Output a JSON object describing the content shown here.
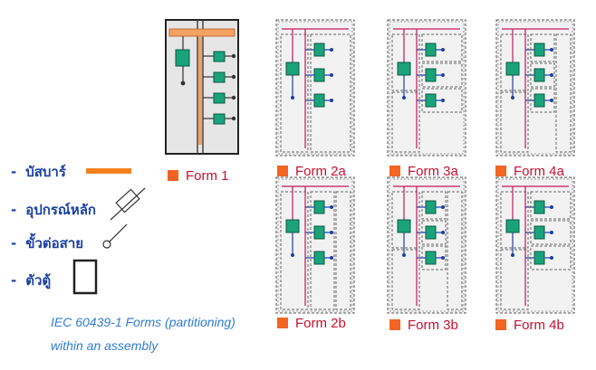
{
  "legend": {
    "items": [
      {
        "label": "บัสบาร์",
        "symbol": "busbar-swatch-icon"
      },
      {
        "label": "อุปกรณ์หลัก",
        "symbol": "main-device-icon"
      },
      {
        "label": "ขั้วต่อสาย",
        "symbol": "terminal-icon"
      },
      {
        "label": "ตัวตู้",
        "symbol": "enclosure-icon"
      }
    ],
    "dash": "-"
  },
  "forms": [
    {
      "label": "Form 1"
    },
    {
      "label": "Form 2a"
    },
    {
      "label": "Form 3a"
    },
    {
      "label": "Form 4a"
    },
    {
      "label": "Form 2b"
    },
    {
      "label": "Form 3b"
    },
    {
      "label": "Form 4b"
    }
  ],
  "caption": {
    "line1": "IEC 60439-1 Forms (partitioning)",
    "line2": "within an assembly"
  },
  "colors": {
    "busbar": "#f4a261",
    "device": "#1aa37a",
    "bus_line": "#c2185b",
    "accent_square": "#f26522",
    "form_text": "#c8102e",
    "legend_text": "#1a3fa8",
    "caption_text": "#2f7bd8"
  }
}
